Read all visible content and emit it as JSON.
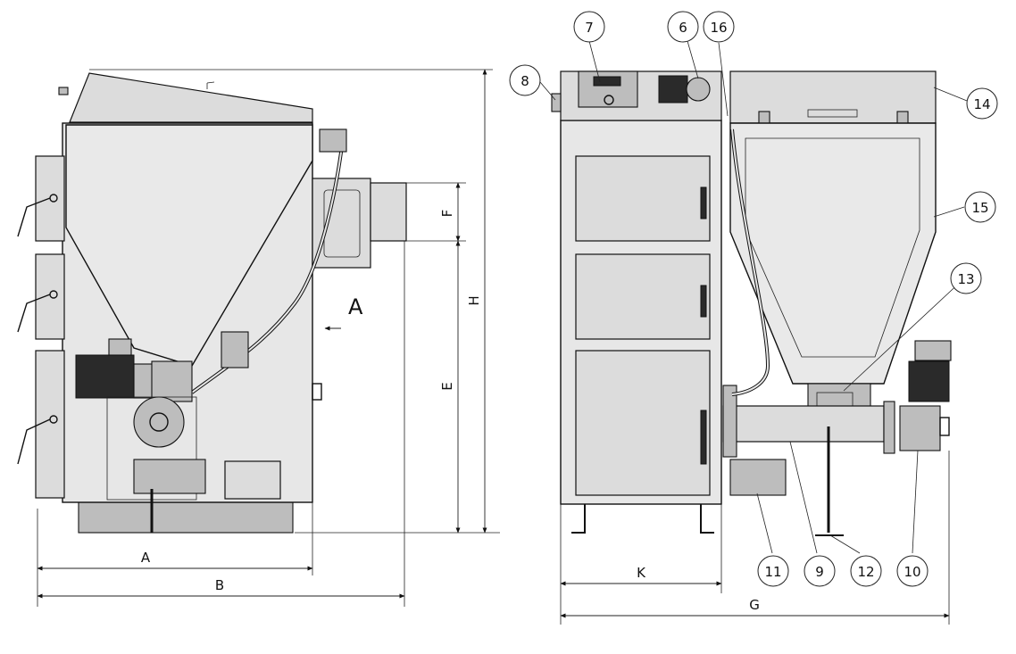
{
  "side_view": {
    "view_marker": "A",
    "dimensions": {
      "a": "A",
      "b": "B",
      "f": "F",
      "e": "E",
      "h": "H"
    }
  },
  "front_view": {
    "dimensions": {
      "k": "K",
      "g": "G"
    },
    "callouts": [
      "6",
      "7",
      "8",
      "9",
      "10",
      "11",
      "12",
      "13",
      "14",
      "15",
      "16"
    ]
  }
}
